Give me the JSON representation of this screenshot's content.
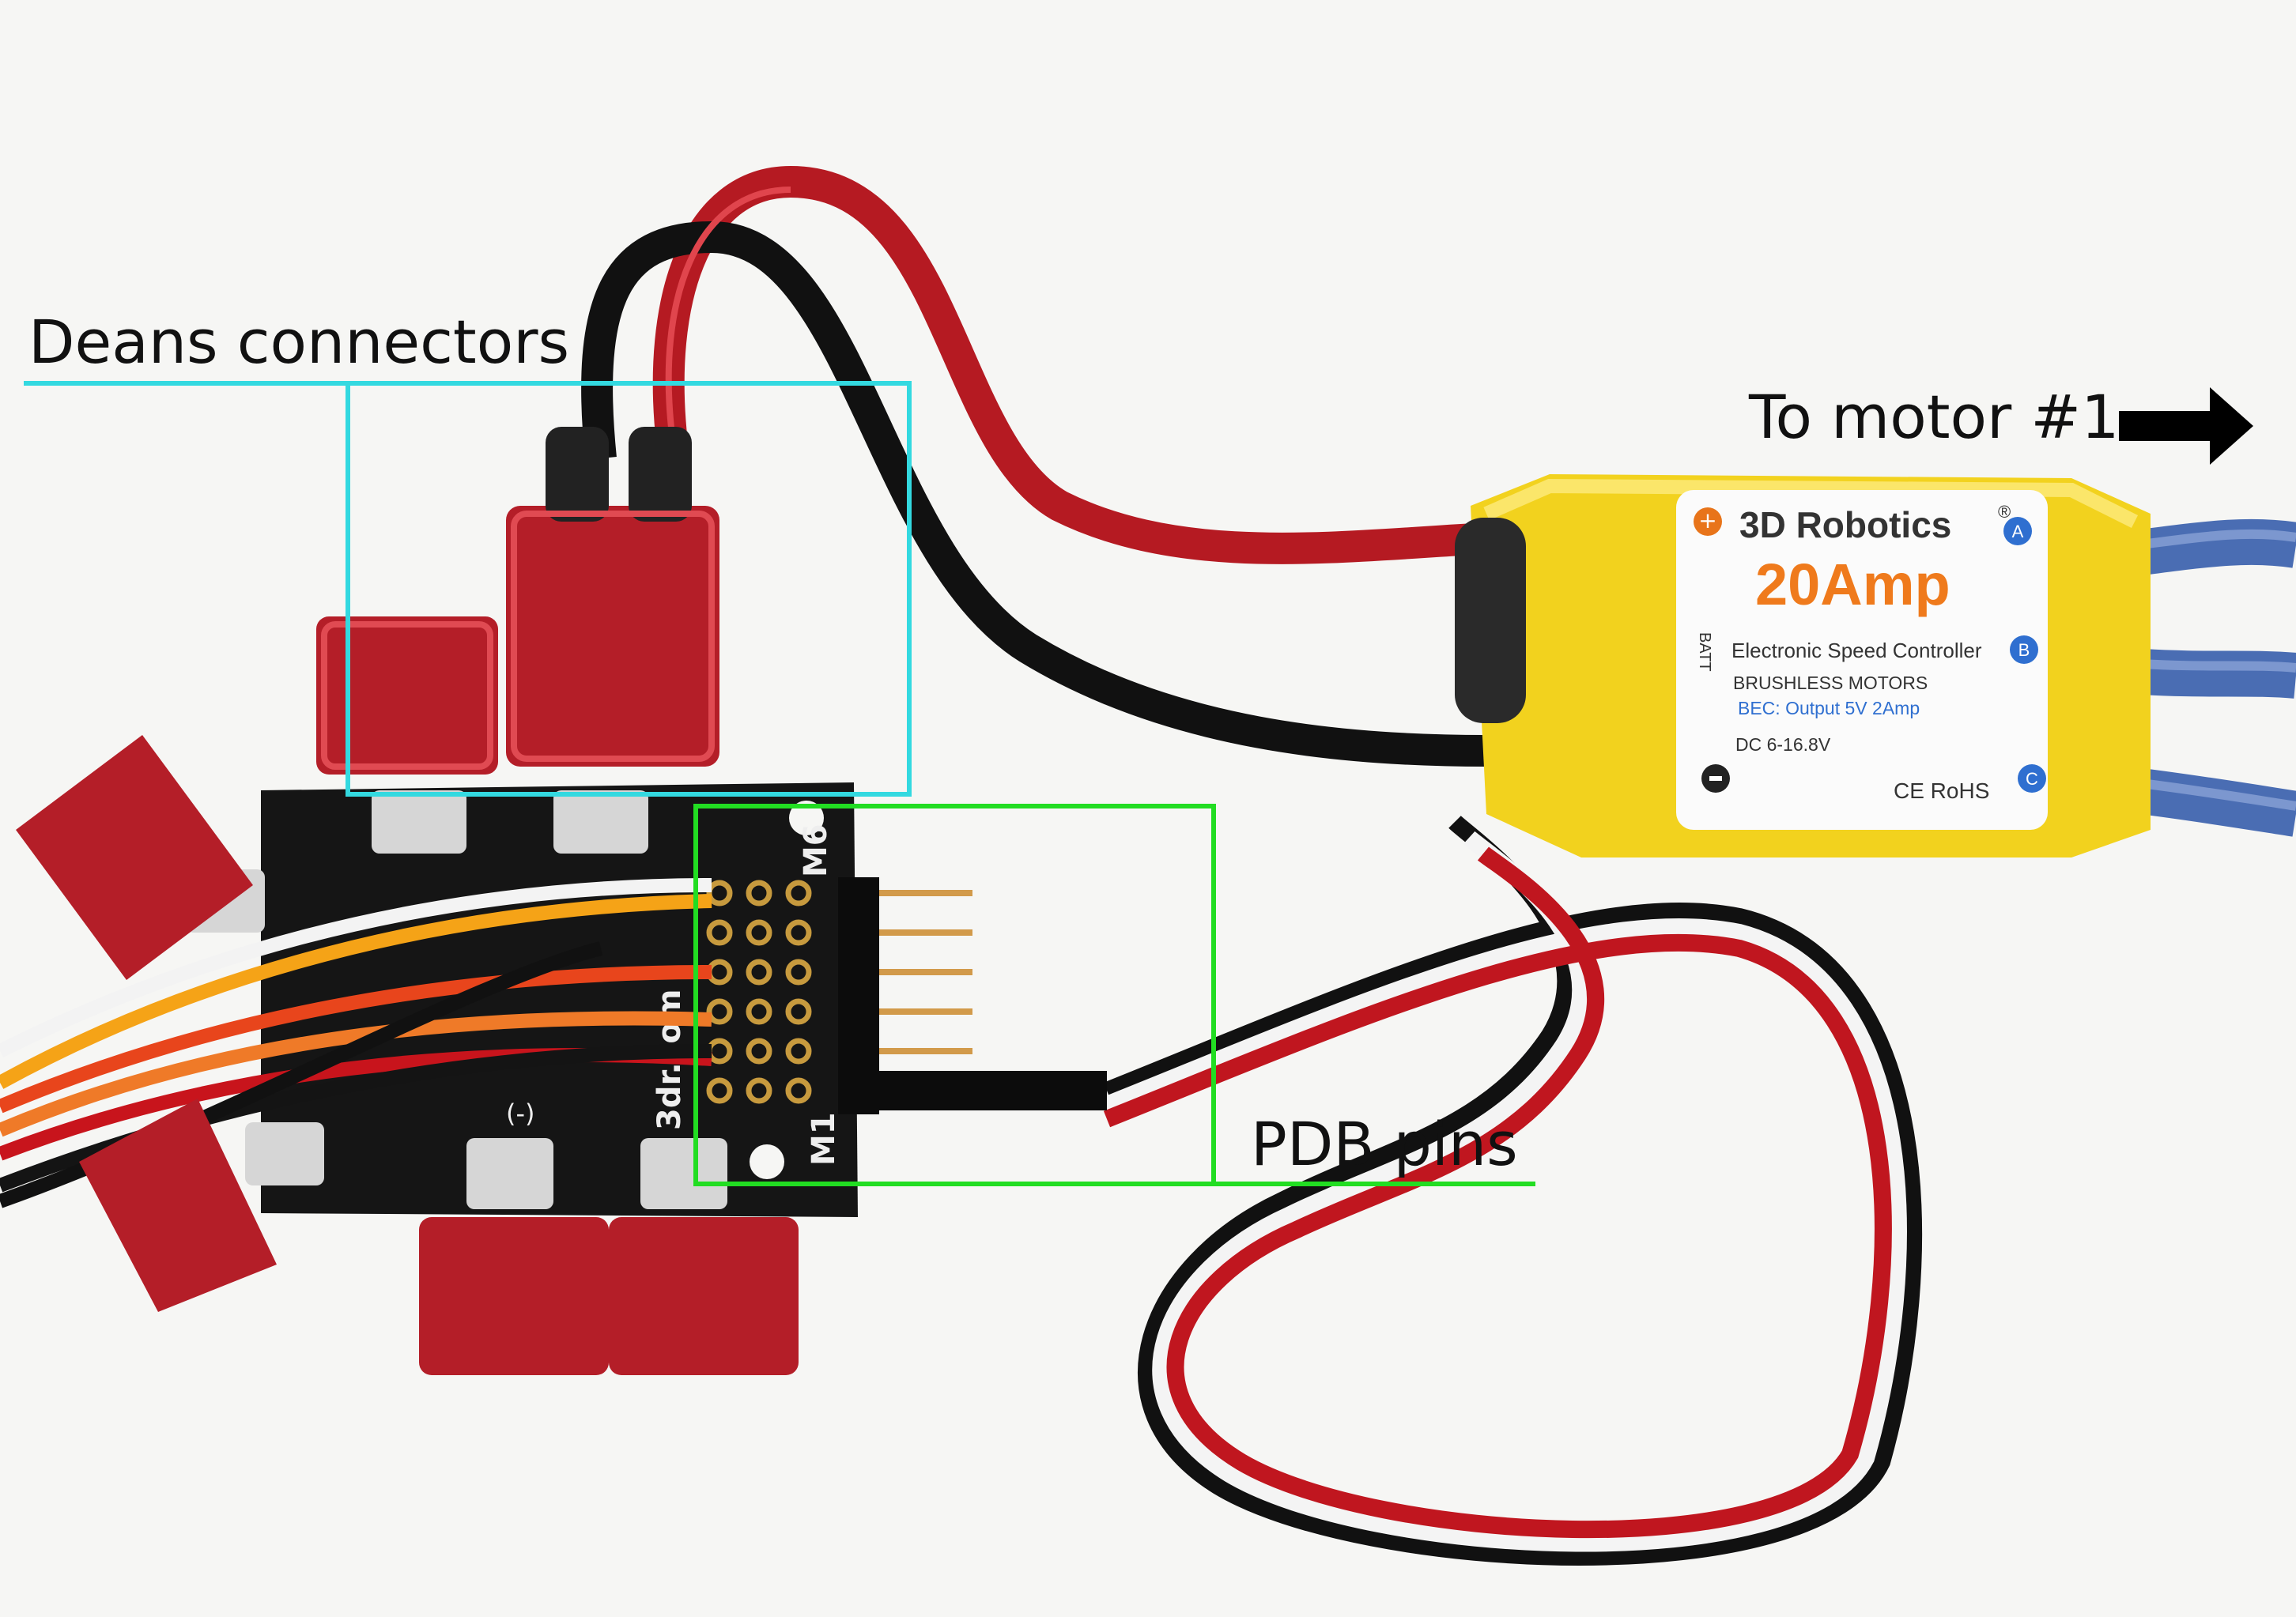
{
  "annotations": {
    "deans_label": "Deans connectors",
    "pdb_label": "PDB pins",
    "motor_label": "To motor #1"
  },
  "colors": {
    "deans_box": "#33d9e0",
    "pdb_box": "#22dd22",
    "esc_body": "#f5d823",
    "connector_red": "#b41e28",
    "board": "#141414"
  },
  "esc": {
    "brand": "3D Robotics",
    "rating": "20Amp",
    "line1": "Electronic Speed Controller",
    "line2": "BRUSHLESS MOTORS",
    "line3": "BEC: Output 5V  2Amp",
    "line4": "DC 6-16.8V",
    "cert": "CE RoHS",
    "batt": "BATT",
    "pad_a": "A",
    "pad_b": "B",
    "pad_c": "C",
    "registered": "®"
  },
  "board": {
    "label_m6": "M6",
    "label_m1": "M1",
    "label_site": "3dr.com",
    "minus": "(-)"
  }
}
